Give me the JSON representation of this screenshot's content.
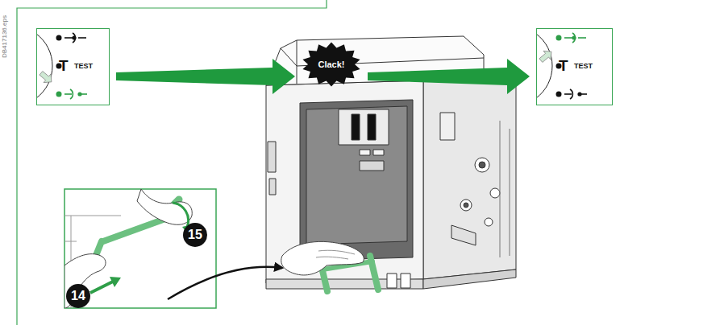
{
  "diagram": {
    "nodes": [
      {
        "text": [
          "T",
          "TEST"
        ]
      },
      {
        "text": [
          "Clack!"
        ]
      },
      {
        "text": [
          "T",
          "TEST"
        ]
      }
    ],
    "edges": [
      {
        "from": 0,
        "to": 1,
        "arrow": "to"
      },
      {
        "from": 1,
        "to": 2,
        "arrow": "to"
      }
    ],
    "labels": [
      "DB417136.eps",
      "15",
      "14"
    ]
  }
}
